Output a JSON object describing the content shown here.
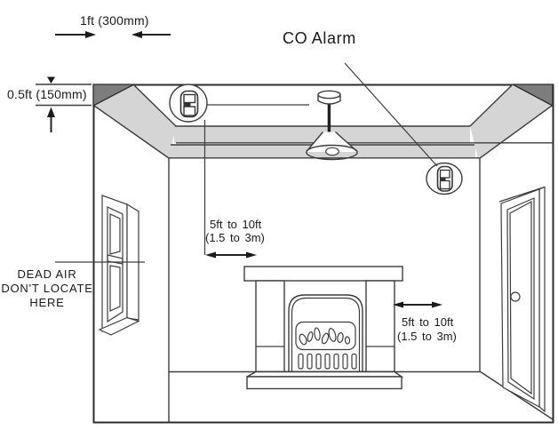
{
  "diagram": {
    "title": "CO Alarm",
    "dimensions": {
      "horizontal_clearance": "1ft (300mm)",
      "ceiling_clearance": "0.5ft (150mm)",
      "fireplace_left": {
        "ft": "5ft to 10ft",
        "m": "(1.5 to 3m)"
      },
      "fireplace_right": {
        "ft": "5ft to 10ft",
        "m": "(1.5 to 3m)"
      }
    },
    "dead_air_label": {
      "line1": "DEAD AIR",
      "line2": "DON'T  LOCATE",
      "line3": "HERE"
    },
    "icons": {
      "ceiling_alarm": "co-alarm-icon",
      "wall_alarm": "co-alarm-icon",
      "light": "pendant-light-icon",
      "dead_air_corner": "dead-air-corner-shade",
      "dead_air_band": "dead-air-band-shade"
    },
    "colors": {
      "dead_air_corner": "#7d7d7d",
      "dead_air_band": "#d5d5d5",
      "line": "#3d3d3d",
      "background": "#ffffff"
    }
  }
}
